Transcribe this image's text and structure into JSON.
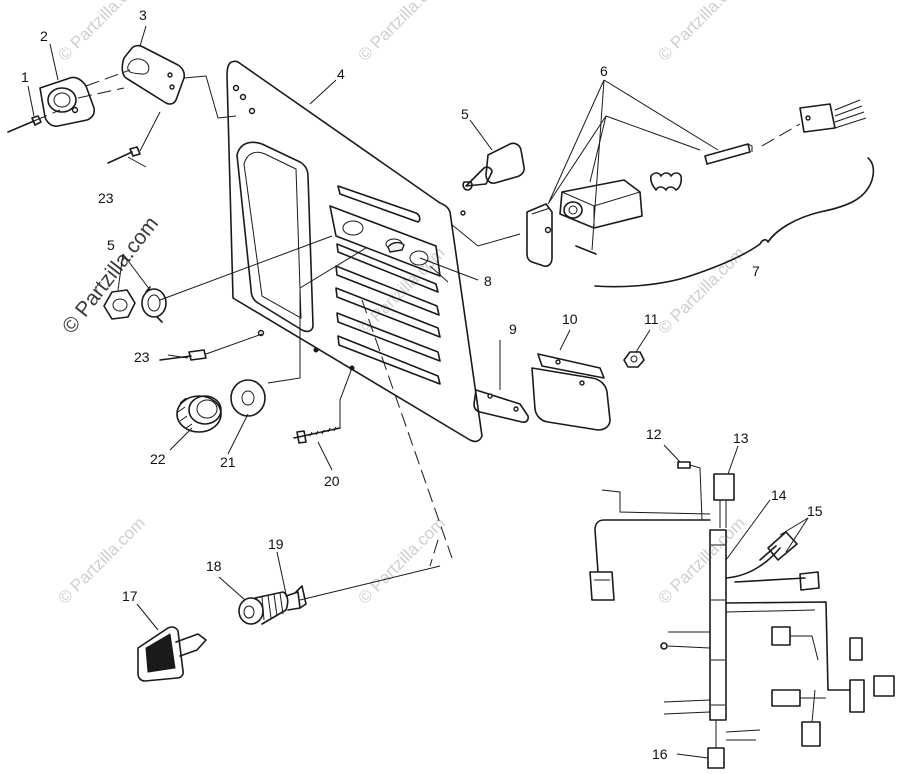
{
  "watermark": {
    "text": "© Partzilla.com"
  },
  "callouts": {
    "c1": "1",
    "c2": "2",
    "c3": "3",
    "c4": "4",
    "c5a": "5",
    "c5b": "5",
    "c6": "6",
    "c7": "7",
    "c8": "8",
    "c9": "9",
    "c10": "10",
    "c11": "11",
    "c12": "12",
    "c13": "13",
    "c14": "14",
    "c15": "15",
    "c16": "16",
    "c17": "17",
    "c18": "18",
    "c19": "19",
    "c20": "20",
    "c21": "21",
    "c22": "22",
    "c23a": "23",
    "c23b": "23"
  },
  "colors": {
    "line": "#1a1a1a",
    "watermark": "#cfcfcf",
    "background": "#ffffff"
  }
}
